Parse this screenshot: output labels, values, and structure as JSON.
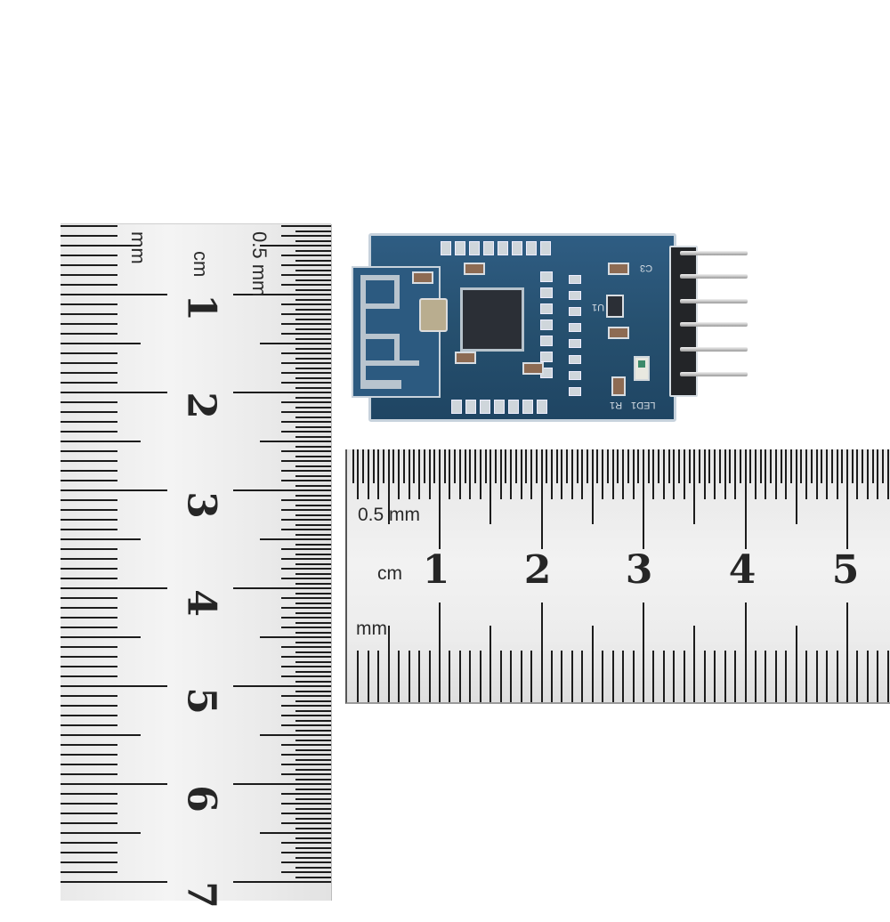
{
  "scene": {
    "description": "Product photo of a small blue Bluetooth/BLE module PCB with 6-pin header, shown next to two steel rulers for scale",
    "background_color": "#ffffff"
  },
  "vertical_ruler": {
    "unit_labels": {
      "mm": "mm",
      "cm": "cm",
      "half_mm": "0.5 mm"
    },
    "numbers": [
      "1",
      "2",
      "3",
      "4",
      "5",
      "6",
      "7"
    ]
  },
  "horizontal_ruler": {
    "unit_labels": {
      "half_mm": "0.5 mm",
      "cm": "cm",
      "mm": "mm"
    },
    "numbers": [
      "1",
      "2",
      "3",
      "4",
      "5"
    ]
  },
  "pcb": {
    "color": "#26506f",
    "silkscreen": {
      "capacitor": "C3",
      "resistor": "R1",
      "led": "LED1",
      "chip_ref": "U1"
    },
    "header_pins": 6
  }
}
